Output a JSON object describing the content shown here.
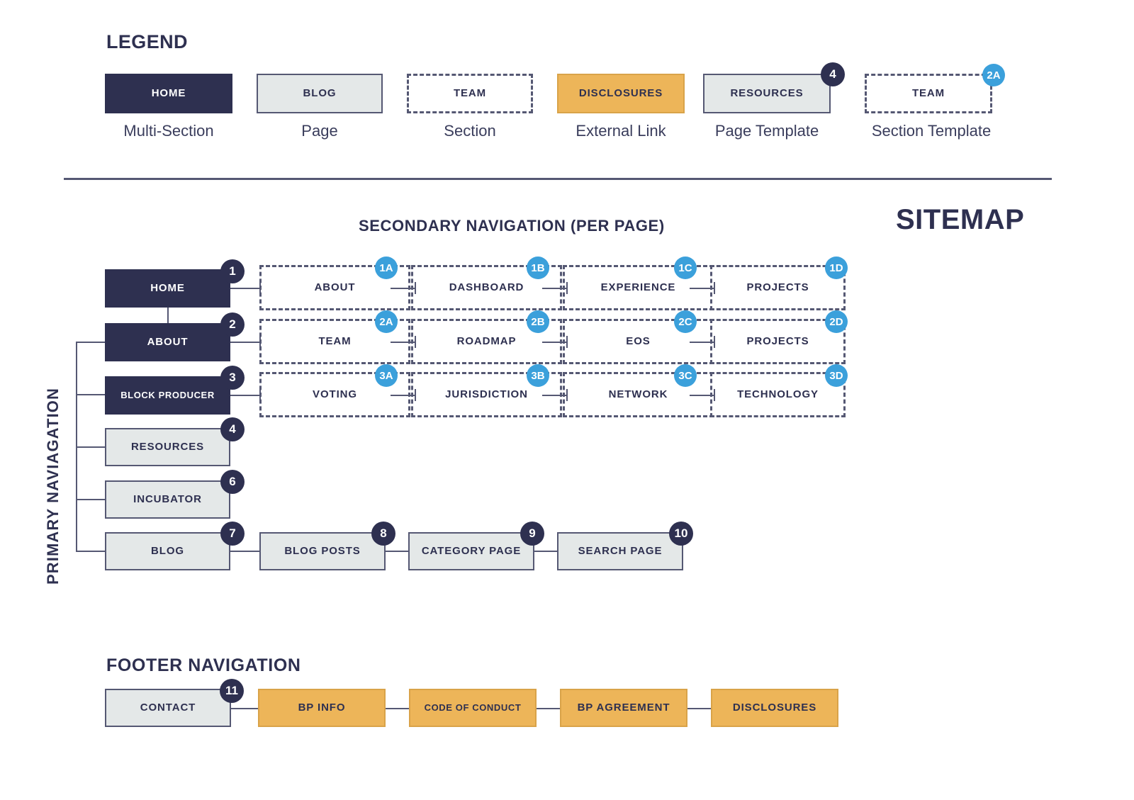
{
  "title": "SITEMAP",
  "colors": {
    "navy": "#2e3050",
    "slate": "#555873",
    "page_gray": "#e4e8e8",
    "external_orange": "#edb559",
    "badge_blue": "#3ba0db",
    "background": "#ffffff"
  },
  "legend": {
    "heading": "LEGEND",
    "items": [
      {
        "label": "HOME",
        "caption": "Multi-Section",
        "style": "dark",
        "badge": null,
        "badge_color": null
      },
      {
        "label": "BLOG",
        "caption": "Page",
        "style": "page",
        "badge": null,
        "badge_color": null
      },
      {
        "label": "TEAM",
        "caption": "Section",
        "style": "section",
        "badge": null,
        "badge_color": null
      },
      {
        "label": "DISCLOSURES",
        "caption": "External Link",
        "style": "external",
        "badge": null,
        "badge_color": null
      },
      {
        "label": "RESOURCES",
        "caption": "Page Template",
        "style": "page",
        "badge": "4",
        "badge_color": "navy"
      },
      {
        "label": "TEAM",
        "caption": "Section Template",
        "style": "section",
        "badge": "2A",
        "badge_color": "blue"
      }
    ]
  },
  "secondary_nav": {
    "heading": "SECONDARY NAVIGATION (PER PAGE)"
  },
  "primary_nav": {
    "axis_label": "PRIMARY NAVIAGATION",
    "items": [
      {
        "label": "HOME",
        "badge": "1",
        "style": "dark"
      },
      {
        "label": "ABOUT",
        "badge": "2",
        "style": "dark"
      },
      {
        "label": "BLOCK PRODUCER",
        "badge": "3",
        "style": "dark"
      },
      {
        "label": "RESOURCES",
        "badge": "4",
        "style": "page"
      },
      {
        "label": "INCUBATOR",
        "badge": "6",
        "style": "page"
      },
      {
        "label": "BLOG",
        "badge": "7",
        "style": "page"
      }
    ]
  },
  "sections": {
    "rows": [
      {
        "parent": "HOME",
        "cells": [
          {
            "label": "ABOUT",
            "badge": "1A"
          },
          {
            "label": "DASHBOARD",
            "badge": "1B"
          },
          {
            "label": "EXPERIENCE",
            "badge": "1C"
          },
          {
            "label": "PROJECTS",
            "badge": "1D"
          }
        ]
      },
      {
        "parent": "ABOUT",
        "cells": [
          {
            "label": "TEAM",
            "badge": "2A"
          },
          {
            "label": "ROADMAP",
            "badge": "2B"
          },
          {
            "label": "EOS",
            "badge": "2C"
          },
          {
            "label": "PROJECTS",
            "badge": "2D"
          }
        ]
      },
      {
        "parent": "BLOCK PRODUCER",
        "cells": [
          {
            "label": "VOTING",
            "badge": "3A"
          },
          {
            "label": "JURISDICTION",
            "badge": "3B"
          },
          {
            "label": "NETWORK",
            "badge": "3C"
          },
          {
            "label": "TECHNOLOGY",
            "badge": "3D"
          }
        ]
      }
    ]
  },
  "blog_chain": [
    {
      "label": "BLOG POSTS",
      "badge": "8",
      "style": "page"
    },
    {
      "label": "CATEGORY PAGE",
      "badge": "9",
      "style": "page"
    },
    {
      "label": "SEARCH PAGE",
      "badge": "10",
      "style": "page"
    }
  ],
  "footer_nav": {
    "heading": "FOOTER NAVIGATION",
    "items": [
      {
        "label": "CONTACT",
        "badge": "11",
        "style": "page"
      },
      {
        "label": "BP INFO",
        "badge": null,
        "style": "external"
      },
      {
        "label": "CODE OF CONDUCT",
        "badge": null,
        "style": "external"
      },
      {
        "label": "BP AGREEMENT",
        "badge": null,
        "style": "external"
      },
      {
        "label": "DISCLOSURES",
        "badge": null,
        "style": "external"
      }
    ]
  }
}
